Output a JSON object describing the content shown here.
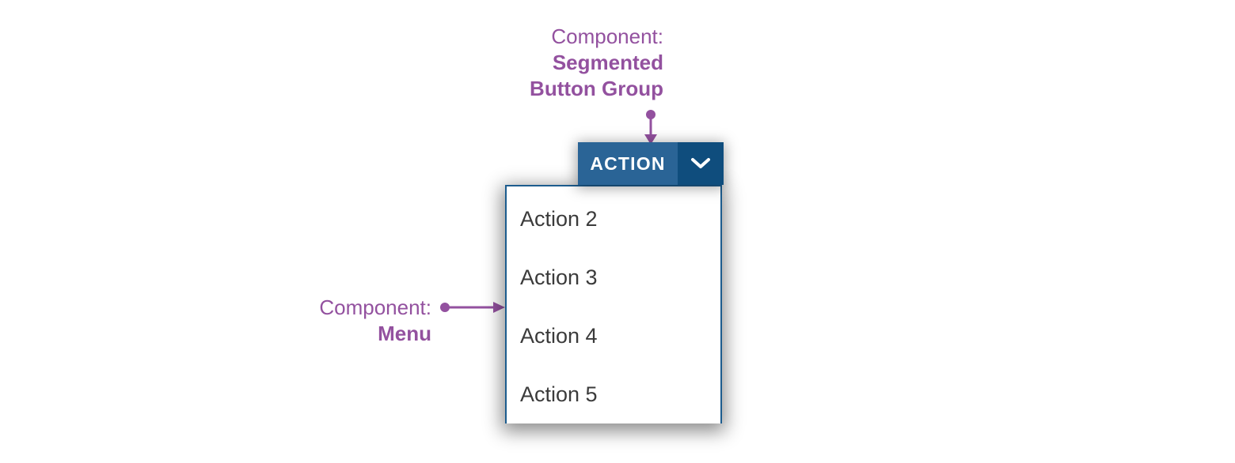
{
  "annotations": {
    "segmented_button_group": {
      "prefix": "Component:",
      "name_line1": "Segmented",
      "name_line2": "Button Group"
    },
    "menu": {
      "prefix": "Component:",
      "name": "Menu"
    },
    "accent_color": "#93519f"
  },
  "button_group": {
    "primary_label": "ACTION",
    "dropdown_icon": "chevron-down-icon",
    "primary_color": "#2a6496",
    "dropdown_color": "#0f4d7d",
    "label_color": "#ffffff"
  },
  "menu": {
    "border_color": "#1c5c8e",
    "background_color": "#ffffff",
    "item_text_color": "#3b3b3b",
    "items": [
      {
        "label": "Action 2"
      },
      {
        "label": "Action 3"
      },
      {
        "label": "Action 4"
      },
      {
        "label": "Action 5"
      }
    ]
  }
}
